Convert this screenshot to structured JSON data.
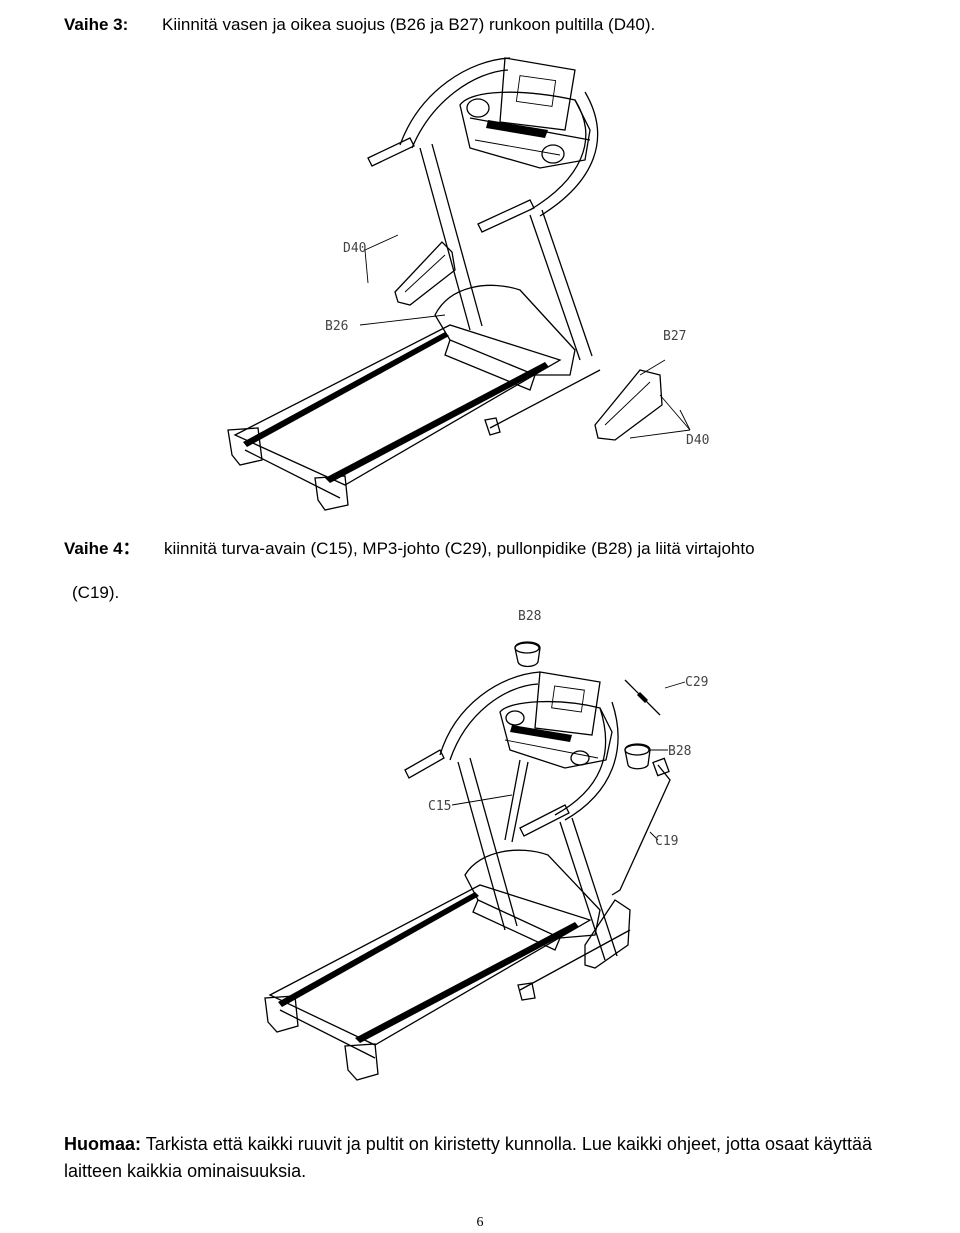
{
  "step3": {
    "label": "Vaihe 3:",
    "text": "Kiinnitä vasen ja oikea suojus (B26 ja B27) runkoon pultilla (D40)."
  },
  "step4": {
    "label": "Vaihe 4：",
    "text": "kiinnitä turva-avain (C15), MP3-johto (C29), pullonpidike (B28) ja liitä virtajohto",
    "text_cont": "(C19)."
  },
  "figure1": {
    "labels": {
      "d40_top": "D40",
      "b26": "B26",
      "b27": "B27",
      "d40_bottom": "D40"
    }
  },
  "figure2": {
    "labels": {
      "b28_top": "B28",
      "c29": "C29",
      "b28_right": "B28",
      "c15": "C15",
      "c19": "C19"
    }
  },
  "note": {
    "label": "Huomaa:",
    "text": "Tarkista että kaikki ruuvit ja pultit on kiristetty kunnolla. Lue kaikki ohjeet, jotta osaat käyttää laitteen kaikkia ominaisuuksia."
  },
  "page_number": "6"
}
